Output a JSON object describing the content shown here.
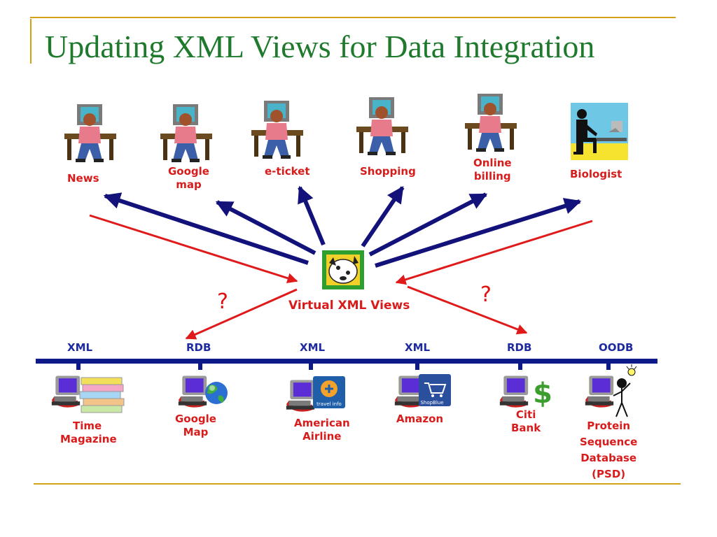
{
  "title": "Updating XML Views for Data Integration",
  "center_label": "Virtual XML Views",
  "question_marks": [
    "?",
    "?"
  ],
  "users": [
    {
      "label_lines": [
        "News"
      ],
      "icon": "user-at-computer-icon"
    },
    {
      "label_lines": [
        "Google",
        "map"
      ],
      "icon": "user-at-computer-icon"
    },
    {
      "label_lines": [
        "e-ticket"
      ],
      "icon": "user-at-computer-icon"
    },
    {
      "label_lines": [
        "Shopping"
      ],
      "icon": "user-at-computer-icon"
    },
    {
      "label_lines": [
        "Online",
        "billing"
      ],
      "icon": "user-at-computer-icon"
    },
    {
      "label_lines": [
        "Biologist"
      ],
      "icon": "biologist-at-computer-icon"
    }
  ],
  "sources": [
    {
      "type": "XML",
      "label_lines": [
        "Time",
        "Magazine"
      ],
      "icon": "magazines-icon"
    },
    {
      "type": "RDB",
      "label_lines": [
        "Google",
        "Map"
      ],
      "icon": "globe-icon"
    },
    {
      "type": "XML",
      "label_lines": [
        "American",
        "Airline"
      ],
      "icon": "travel-info-icon"
    },
    {
      "type": "XML",
      "label_lines": [
        "Amazon"
      ],
      "icon": "shopping-cart-icon"
    },
    {
      "type": "RDB",
      "label_lines": [
        "Citi",
        "Bank"
      ],
      "icon": "dollar-sign-icon"
    },
    {
      "type": "OODB",
      "label_lines": [
        "Protein",
        "Sequence",
        "Database",
        "(PSD)"
      ],
      "icon": "stick-figure-lightbulb-icon"
    }
  ],
  "icon_texts": {
    "travel": "travel info",
    "shop": "ShopBlue"
  },
  "colors": {
    "title": "#1f7a2e",
    "accent_gold": "#d4a017",
    "arrow_red": "#e01a1a",
    "arrow_navy": "#13117a",
    "bus": "#0f1a8a",
    "label_red": "#d81b1b",
    "label_blue": "#1e2aa0"
  }
}
